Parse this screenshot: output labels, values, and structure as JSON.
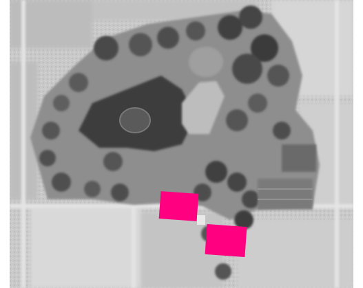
{
  "map": {
    "kind": "grayscale aerial photograph",
    "highlight_color": "#ff0080",
    "colors": {
      "park_canopy_dark": "#3f3f3f",
      "park_lawn": "#8a8a8a",
      "surroundings": "#c8c8c8",
      "frame": "#ffffff"
    },
    "highlighted_areas": [
      {
        "label": "",
        "shape": "rectangle"
      },
      {
        "label": "",
        "shape": "rectangle"
      }
    ]
  }
}
